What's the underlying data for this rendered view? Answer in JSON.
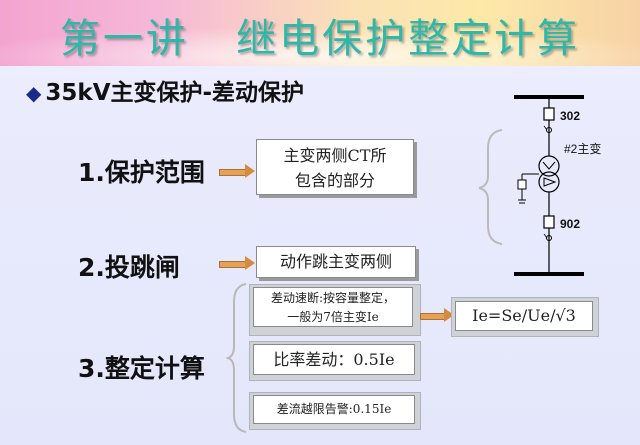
{
  "slide": {
    "title": "第一讲   继电保护整定计算",
    "subtitle": "35kV主变保护-差动保护",
    "sections": [
      {
        "heading": "1.保护范围",
        "box": "主变两侧CT所包含的部分",
        "box_line1": "主变两侧CT所",
        "box_line2": "包含的部分"
      },
      {
        "heading": "2.投跳闸",
        "box": "动作跳主变两侧"
      },
      {
        "heading": "3.整定计算",
        "items": [
          {
            "line1": "差动速断:按容量整定，",
            "line2": "一般为7倍主变Ie"
          },
          {
            "text": "比率差动：0.5Ie"
          },
          {
            "text": "差流越限告警:0.15Ie"
          }
        ],
        "formula": "Ie=Se/Ue/√3"
      }
    ],
    "diagram": {
      "breaker_top": "302",
      "transformer": "#2主变",
      "breaker_bottom": "902"
    }
  },
  "colors": {
    "title": "#2fb8a8",
    "arrow": "#e3a15a",
    "line": "#000000"
  }
}
